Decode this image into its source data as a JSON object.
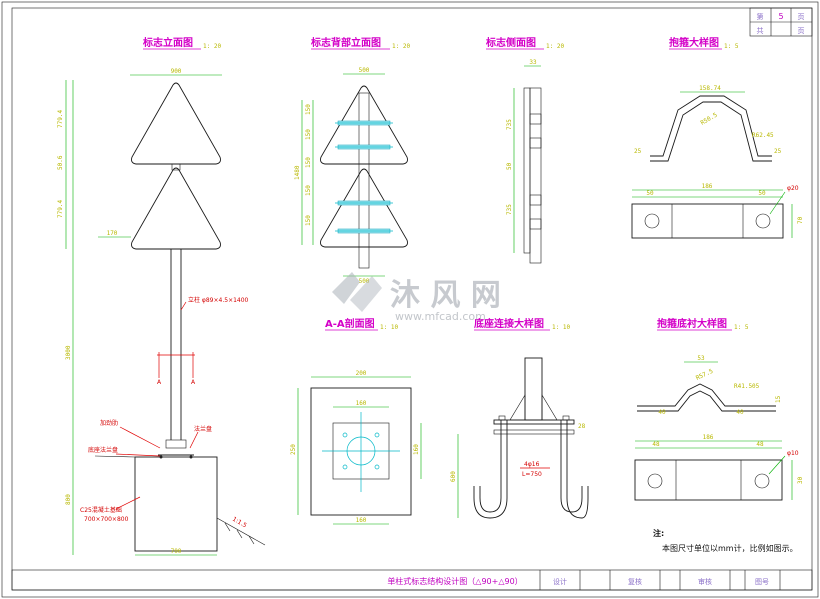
{
  "views": {
    "front": {
      "title": "标志立面图",
      "scale": "1: 20"
    },
    "back": {
      "title": "标志背部立面图",
      "scale": "1: 20"
    },
    "side": {
      "title": "标志侧面图",
      "scale": "1: 20"
    },
    "hoop": {
      "title": "抱箍大样图",
      "scale": "1: 5"
    },
    "section": {
      "title": "A-A剖面图",
      "scale": "1: 10"
    },
    "base": {
      "title": "底座连接大样图",
      "scale": "1: 10"
    },
    "liner": {
      "title": "抱箍底衬大样图",
      "scale": "1: 5"
    }
  },
  "front_dims": {
    "width_top": "900",
    "h1": "779.4",
    "gap": "50.6",
    "h2": "779.4",
    "post": "3000",
    "foundation": "800",
    "width_base": "700",
    "offset": "170",
    "cut_l": "A",
    "cut_r": "A"
  },
  "front_notes": {
    "pipe": "立柱 φ89×4.5×1400",
    "stiffener": "加劲肋",
    "flange": "法兰盘",
    "base_plate": "底座法兰盘",
    "foundation_line1": "C25混凝土基础",
    "foundation_line2": "700×700×800",
    "ground": "1:1.5"
  },
  "back_dims": {
    "top": "500",
    "bottom": "500",
    "l1": "150",
    "l2": "150",
    "l3": "150",
    "l4": "150",
    "l5": "150",
    "left_total": "1480"
  },
  "side_dims": {
    "top": "33",
    "d1": "735",
    "d2": "50",
    "d3": "735"
  },
  "hoop_dims": {
    "arc": "158.74",
    "r_inner": "R50.5",
    "flange": "R62.45",
    "t1": "25",
    "t2": "25",
    "width": "186",
    "w1": "50",
    "w2": "50",
    "hole": "φ20",
    "height": "70"
  },
  "section_dims": {
    "w": "200",
    "h": "250",
    "inner_w": "160",
    "inner_h": "160",
    "bottom": "160"
  },
  "base_dims": {
    "bolt": "4φ16",
    "bolt_len": "L=750",
    "depth": "600",
    "plate": "28"
  },
  "liner_dims": {
    "top": "53",
    "arc": "R57.5",
    "r2": "R41.505",
    "t1": "40",
    "t2": "40",
    "t3": "15",
    "width": "186",
    "w1": "48",
    "w2": "48",
    "hole": "φ10",
    "height": "30"
  },
  "note": {
    "label": "注:",
    "text": "本图尺寸单位以mm计，比例如图示。"
  },
  "title_block": {
    "drawing_title": "单柱式标志结构设计图（△90+△90）",
    "design": "设计",
    "review": "复核",
    "check": "审核",
    "number": "图号",
    "sheet_label": "第",
    "sheet_no": "5",
    "sheet_unit": "页",
    "total_label": "共",
    "total_unit": "页"
  },
  "watermark": {
    "brand": "沐 风 网",
    "url": "www.mfcad.com"
  }
}
